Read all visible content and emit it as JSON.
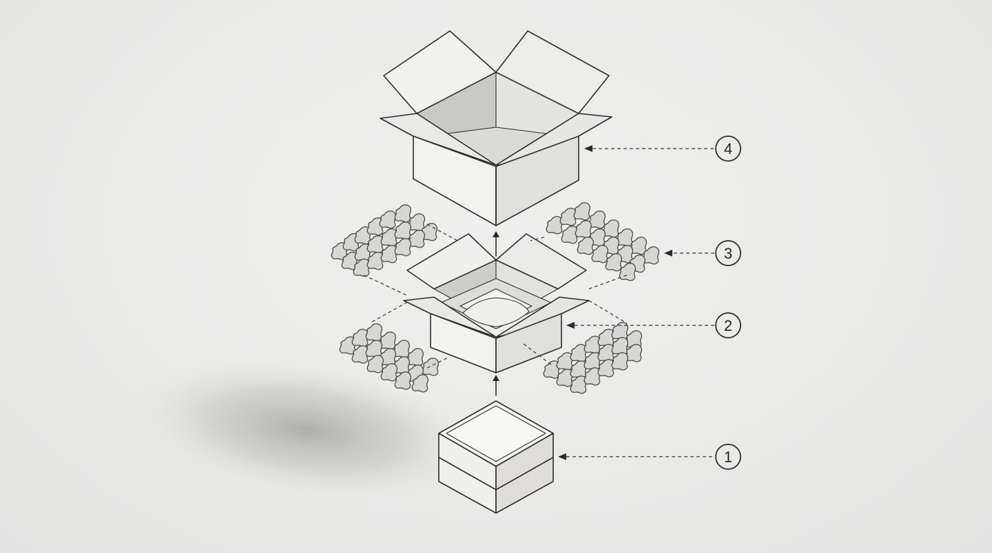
{
  "diagram": {
    "callouts": [
      {
        "id": "item-box",
        "number": "1"
      },
      {
        "id": "inner-box",
        "number": "2"
      },
      {
        "id": "packing-peanuts",
        "number": "3"
      },
      {
        "id": "outer-box",
        "number": "4"
      }
    ]
  },
  "colors": {
    "background": "#ebebea",
    "line": "#2b2b2b",
    "face_light": "#f4f4f3",
    "face_mid": "#e3e3e2",
    "face_dark": "#cfcfce",
    "peanut_fill": "#d6d6d4"
  }
}
